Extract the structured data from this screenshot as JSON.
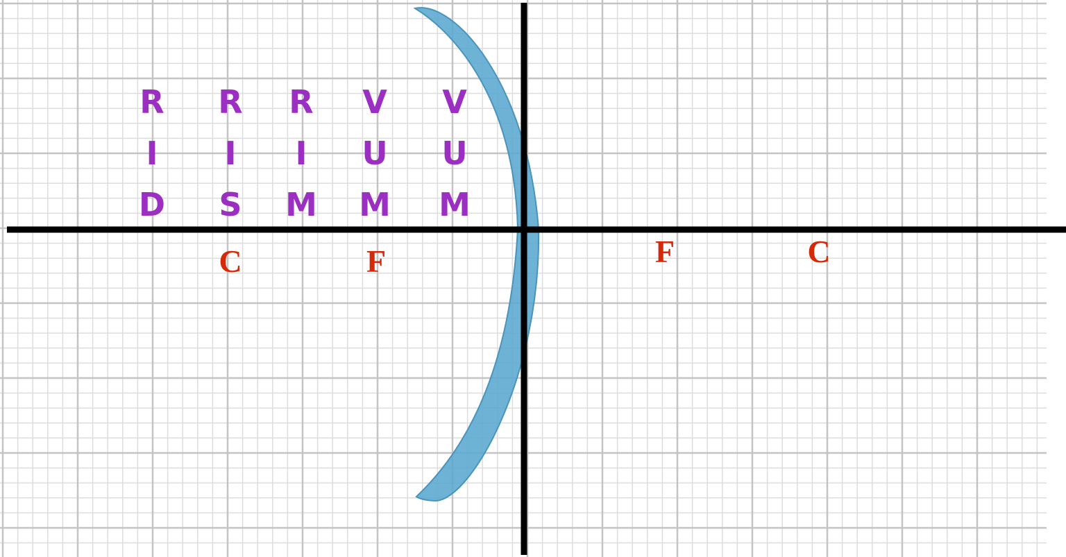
{
  "colors": {
    "grid_major": "#c4c4c4",
    "grid_minor": "#dddddd",
    "axis": "#000000",
    "mirror_fill": "#5aa8d0",
    "mirror_stroke": "#4a93bb",
    "column_text": "#9b2fc2",
    "point_text": "#d42a0a"
  },
  "diagram": {
    "element": "concave-mirror",
    "columns": [
      {
        "lines": [
          "R",
          "I",
          "D"
        ]
      },
      {
        "lines": [
          "R",
          "I",
          "S"
        ]
      },
      {
        "lines": [
          "R",
          "I",
          "M"
        ]
      },
      {
        "lines": [
          "V",
          "U",
          "M"
        ]
      },
      {
        "lines": [
          "V",
          "U",
          "M"
        ]
      }
    ],
    "points_left": [
      "C",
      "F"
    ],
    "points_right": [
      "F",
      "C"
    ]
  }
}
